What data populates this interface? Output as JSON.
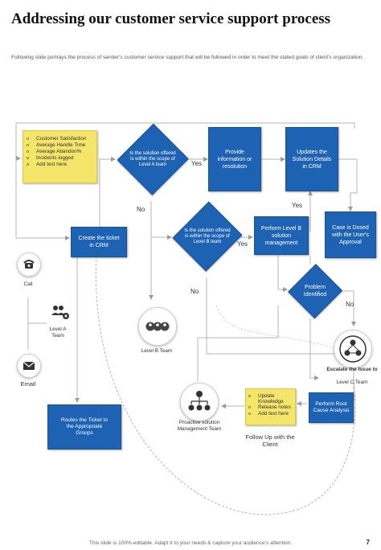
{
  "header": {
    "title": "Addressing our customer service support process",
    "subtitle": "Following slide portrays the process of sender's customer service support that will be followed in order to meet the stated goals of client's organization."
  },
  "note_metrics": {
    "items": [
      "Customer Satisfaction",
      "Average Handle Time",
      "Average Abandon%",
      "Incidents logged",
      "Add text here"
    ]
  },
  "note_followup": {
    "items": [
      "Update Knowledge",
      "Release notes",
      "Add text here"
    ]
  },
  "steps": {
    "create_ticket": "Create the ticket in CRM",
    "provide_info": "Provide information or resolution",
    "updates_solution": "Updates the Solution Details in CRM",
    "case_closed": "Case is Dosed with the User's Approval",
    "perform_level_b": "Perform Level B solution management",
    "root_cause": "Perform Root Cause Analysis",
    "routes_ticket": "Routes the Ticket to the Appropriate Groups"
  },
  "decisions": {
    "level_a": "Is the solution offered is within the scope of Level A team",
    "level_b": "Is the solution offered is within the scope of Level B team",
    "problem_identified": "Problem Identified"
  },
  "labels": {
    "yes_1": "Yes",
    "no_1": "No",
    "yes_2": "Yes",
    "no_2": "No",
    "yes_3": "Yes",
    "no_3": "No"
  },
  "actors": {
    "call": "Call",
    "level_a_team": "Level A Team",
    "email": "Email",
    "level_b_team": "Level B Team",
    "proactive": "Proactive solution Management Team",
    "escalate_bold": "Escalate the Issue to",
    "escalate_sub": "Level C Team",
    "follow_up": "Follow Up with the Client"
  },
  "footer": {
    "text": "This slide is 100% editable. Adapt it to your needs & capture your audience's attention.",
    "page": "7"
  },
  "colors": {
    "accent_blue": "#1e62b4",
    "note_yellow": "#f5e56b",
    "connector": "#b5b5b5"
  }
}
